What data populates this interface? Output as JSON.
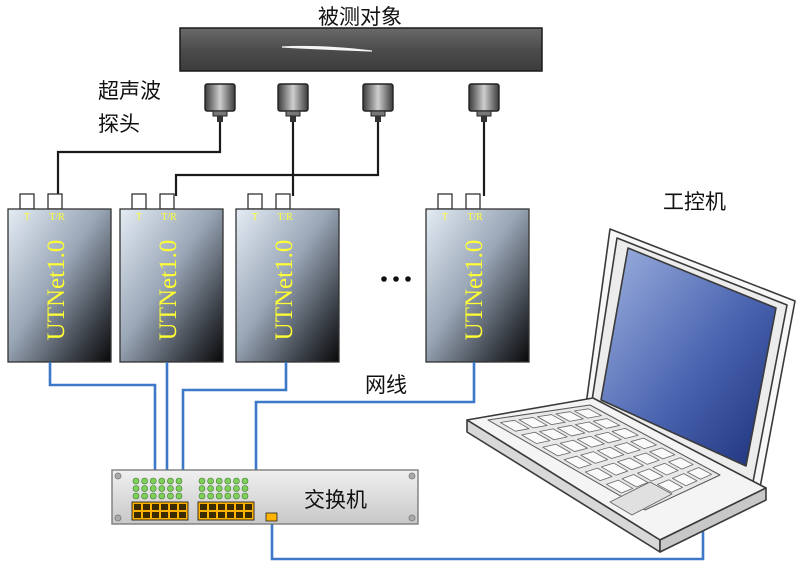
{
  "labels": {
    "test_object": "被测对象",
    "probe_line1": "超声波",
    "probe_line2": "探头",
    "ipc": "工控机",
    "network_cable": "网线",
    "switch": "交换机",
    "ellipsis": "…"
  },
  "module": {
    "name": "UTNet1.0",
    "port_t": "T",
    "port_tr": "T/R"
  },
  "colors": {
    "cable": "#3d78c9",
    "module_text": "#ffff33",
    "module_dark": "#111111",
    "module_light": "#dce6f0",
    "switch_body": "#dedede",
    "led_green": "#7ed05a",
    "port_orange": "#ffb300"
  },
  "icons": [
    "ultrasonic-probe-icon",
    "laptop-icon",
    "network-switch-icon"
  ]
}
